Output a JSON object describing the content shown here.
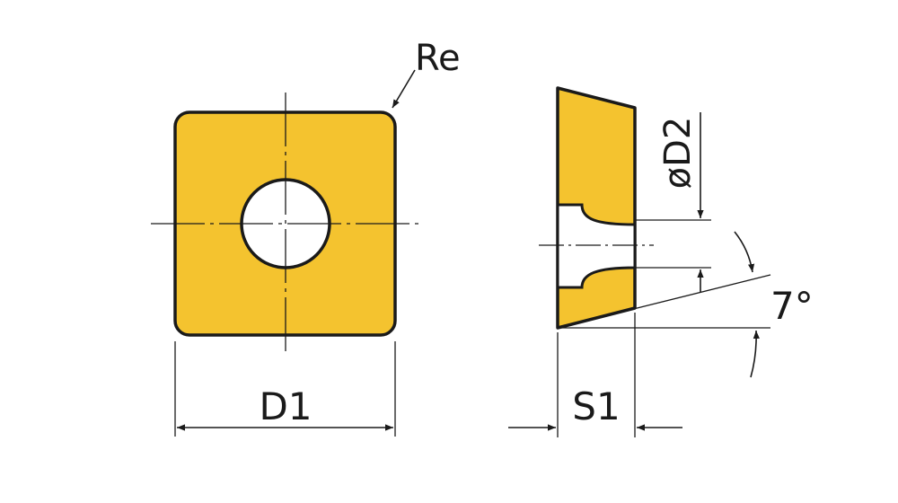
{
  "colors": {
    "insert_fill": "#F4C32F",
    "outline": "#1a1a1a",
    "background": "#ffffff"
  },
  "labels": {
    "corner_radius": "Re",
    "width": "D1",
    "thickness": "S1",
    "hole_diameter": "øD2",
    "clearance_angle": "7°"
  }
}
